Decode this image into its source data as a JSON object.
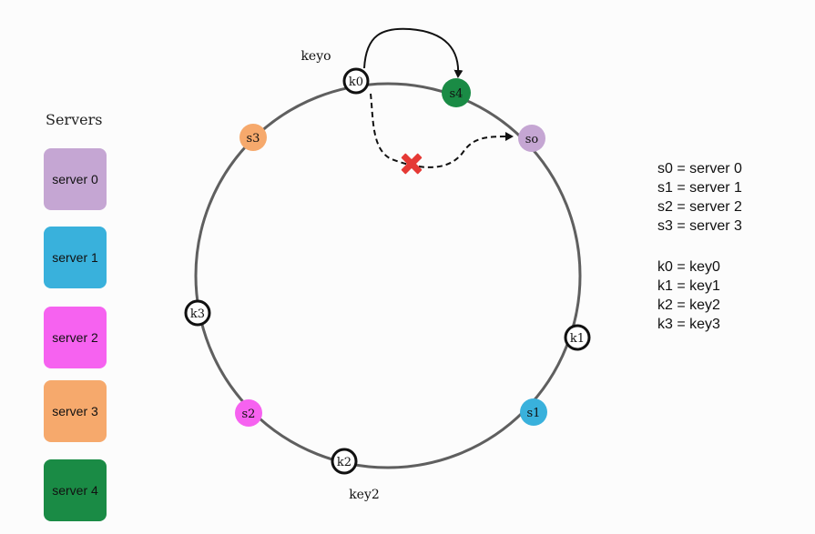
{
  "servers_panel": {
    "title": "Servers",
    "items": [
      {
        "label": "server 0",
        "color": "#c5a6d3"
      },
      {
        "label": "server 1",
        "color": "#39b1dc"
      },
      {
        "label": "server 2",
        "color": "#f662f0"
      },
      {
        "label": "server 3",
        "color": "#f6a96c"
      },
      {
        "label": "server 4",
        "color": "#1a8b45"
      }
    ]
  },
  "ring": {
    "servers": [
      {
        "id": "s0",
        "label": "so",
        "color": "#c5a6d3"
      },
      {
        "id": "s1",
        "label": "s1",
        "color": "#39b1dc"
      },
      {
        "id": "s2",
        "label": "s2",
        "color": "#f662f0"
      },
      {
        "id": "s3",
        "label": "s3",
        "color": "#f6a96c"
      },
      {
        "id": "s4",
        "label": "s4",
        "color": "#1a8b45"
      }
    ],
    "keys": [
      {
        "id": "k0",
        "label": "k0"
      },
      {
        "id": "k1",
        "label": "k1"
      },
      {
        "id": "k2",
        "label": "k2"
      },
      {
        "id": "k3",
        "label": "k3"
      }
    ],
    "key_captions": {
      "k0": "keyo",
      "k2": "key2"
    },
    "removed_marker_color": "#e53935"
  },
  "legend": {
    "servers": [
      "s0 = server 0",
      "s1 = server 1",
      "s2 = server 2",
      "s3 = server 3"
    ],
    "keys": [
      "k0 = key0",
      "k1 = key1",
      "k2 = key2",
      "k3 = key3"
    ]
  }
}
